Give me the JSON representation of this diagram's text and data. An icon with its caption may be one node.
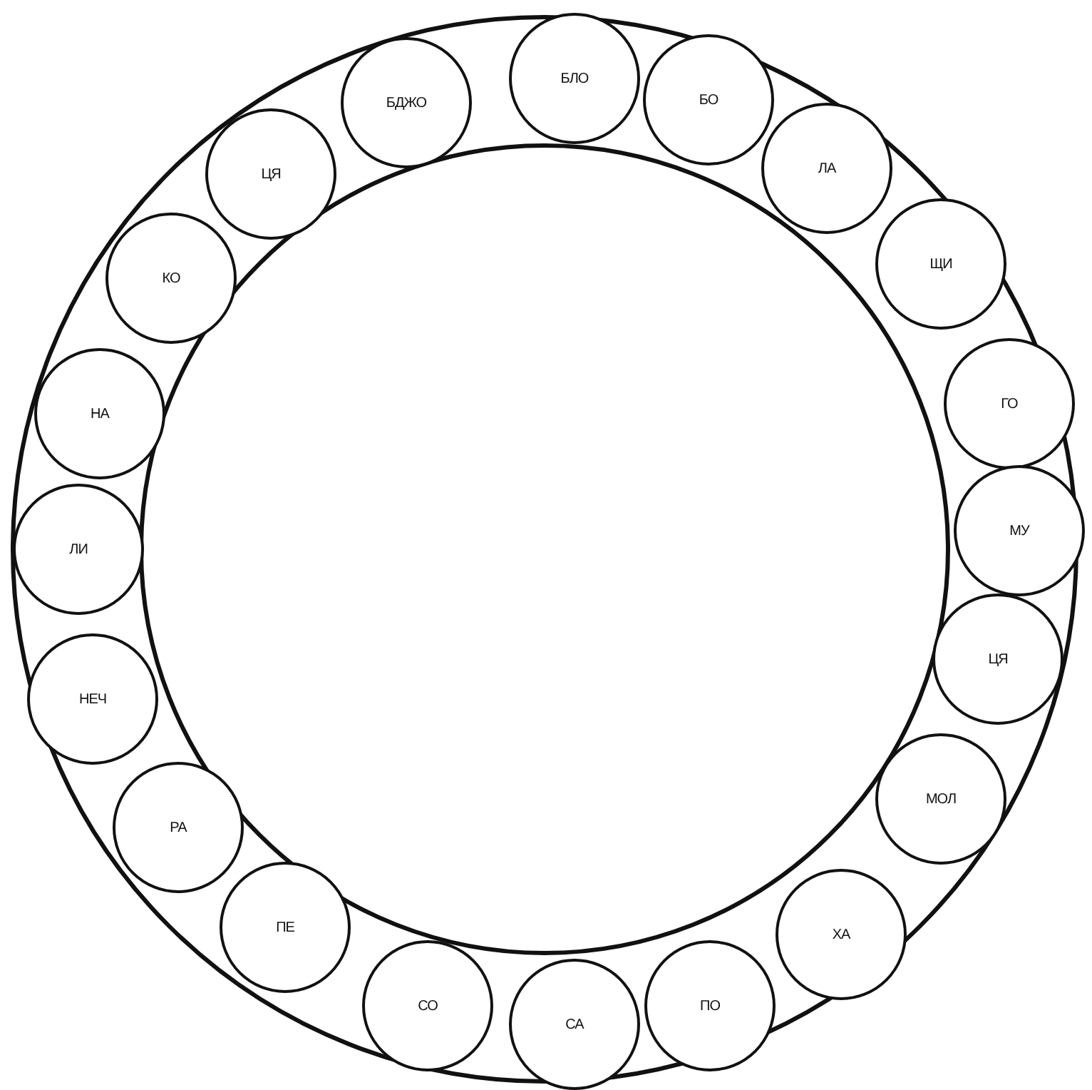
{
  "diagram": {
    "nodes": [
      {
        "text": [
          "БЛО"
        ]
      },
      {
        "text": [
          "БО"
        ]
      },
      {
        "text": [
          "ЛА"
        ]
      },
      {
        "text": [
          "ЩИ"
        ]
      },
      {
        "text": [
          "ГО"
        ]
      },
      {
        "text": [
          "МУ"
        ]
      },
      {
        "text": [
          "ЦЯ"
        ]
      },
      {
        "text": [
          "МОЛ"
        ]
      },
      {
        "text": [
          "ХА"
        ]
      },
      {
        "text": [
          "ПО"
        ]
      },
      {
        "text": [
          "СА"
        ]
      },
      {
        "text": [
          "СО"
        ]
      },
      {
        "text": [
          "ПЕ"
        ]
      },
      {
        "text": [
          "РА"
        ]
      },
      {
        "text": [
          "НЕЧ"
        ]
      },
      {
        "text": [
          "ЛИ"
        ]
      },
      {
        "text": [
          "НА"
        ]
      },
      {
        "text": [
          "КО"
        ]
      },
      {
        "text": [
          "ЦЯ"
        ]
      },
      {
        "text": [
          "БДЖО"
        ]
      }
    ]
  }
}
